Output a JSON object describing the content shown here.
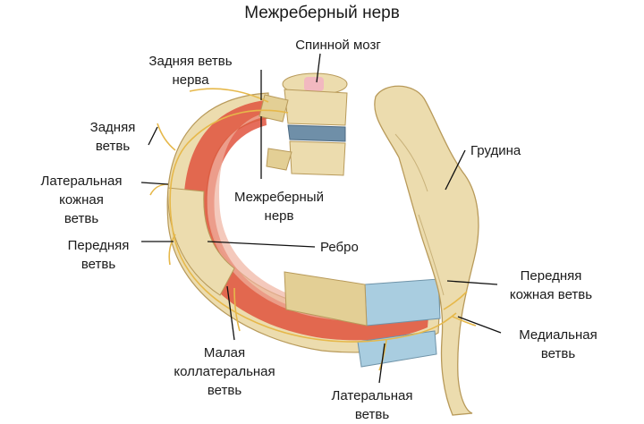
{
  "title": "Межреберный нерв",
  "labels": {
    "spinal_cord": "Спинной мозг",
    "posterior_branch_nerve": "Задняя ветвь\nнерва",
    "posterior_branch": "Задняя\nветвь",
    "lateral_cutaneous_branch": "Латеральная\nкожная\nветвь",
    "anterior_branch": "Передняя\nветвь",
    "intercostal_nerve": "Межреберный\nнерв",
    "rib": "Ребро",
    "sternum": "Грудина",
    "anterior_cutaneous_branch": "Передняя\nкожная ветвь",
    "medial_branch": "Медиальная\nветвь",
    "small_collateral_branch": "Малая\nколлатеральная\nветвь",
    "lateral_branch": "Латеральная\nветвь"
  },
  "colors": {
    "bone": "#ecdcae",
    "bone_shade": "#c9b27a",
    "muscle": "#e0543e",
    "muscle_light": "#f0b2a0",
    "cartilage": "#a9cde0",
    "nerve": "#e6b84a",
    "disc": "#6f8fa8",
    "spinal_cord": "#f2b8c0"
  }
}
